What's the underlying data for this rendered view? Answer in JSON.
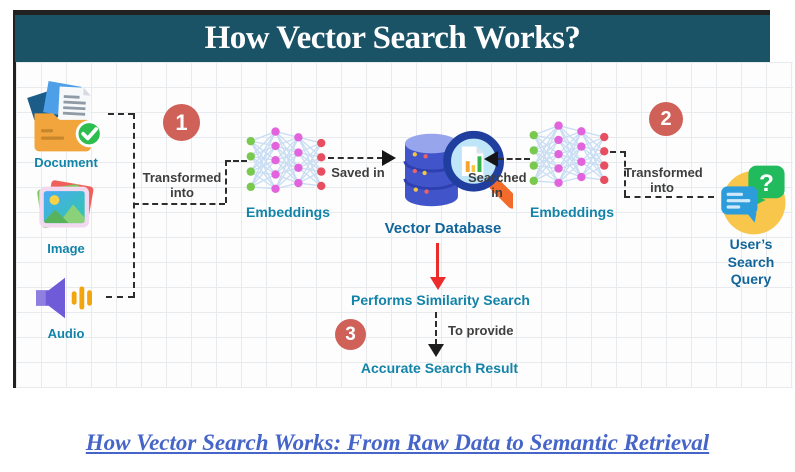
{
  "title": "How Vector Search Works?",
  "caption": "How Vector Search Works: From Raw Data to Semantic Retrieval",
  "sources": {
    "document": "Document",
    "image": "Image",
    "audio": "Audio"
  },
  "steps": {
    "one": "1",
    "two": "2",
    "three": "3"
  },
  "flow": {
    "transformed_into_left": "Transformed\ninto",
    "embeddings_left": "Embeddings",
    "saved_in": "Saved in",
    "vector_database": "Vector Database",
    "searched_in": "Searched\nin",
    "embeddings_right": "Embeddings",
    "transformed_into_right": "Transformed\ninto",
    "user_query": "User’s\nSearch\nQuery",
    "performs_similarity": "Performs Similarity Search",
    "to_provide": "To provide",
    "result": "Accurate Search Result"
  },
  "colors": {
    "header_bg": "#1A5266",
    "frame_dark": "#212121",
    "step_circle": "#CF6159",
    "label_teal": "#1283A9",
    "label_blue": "#11659A",
    "text_dark": "#3E3E3E",
    "caption_blue": "#4565C8",
    "arrow_red": "#EE2B2B",
    "grid_line": "#E7EBEE",
    "nn_edge": "#C9DDF3",
    "nn_input": "#79C94F",
    "nn_hidden": "#E263DC",
    "nn_output": "#E74F60"
  }
}
